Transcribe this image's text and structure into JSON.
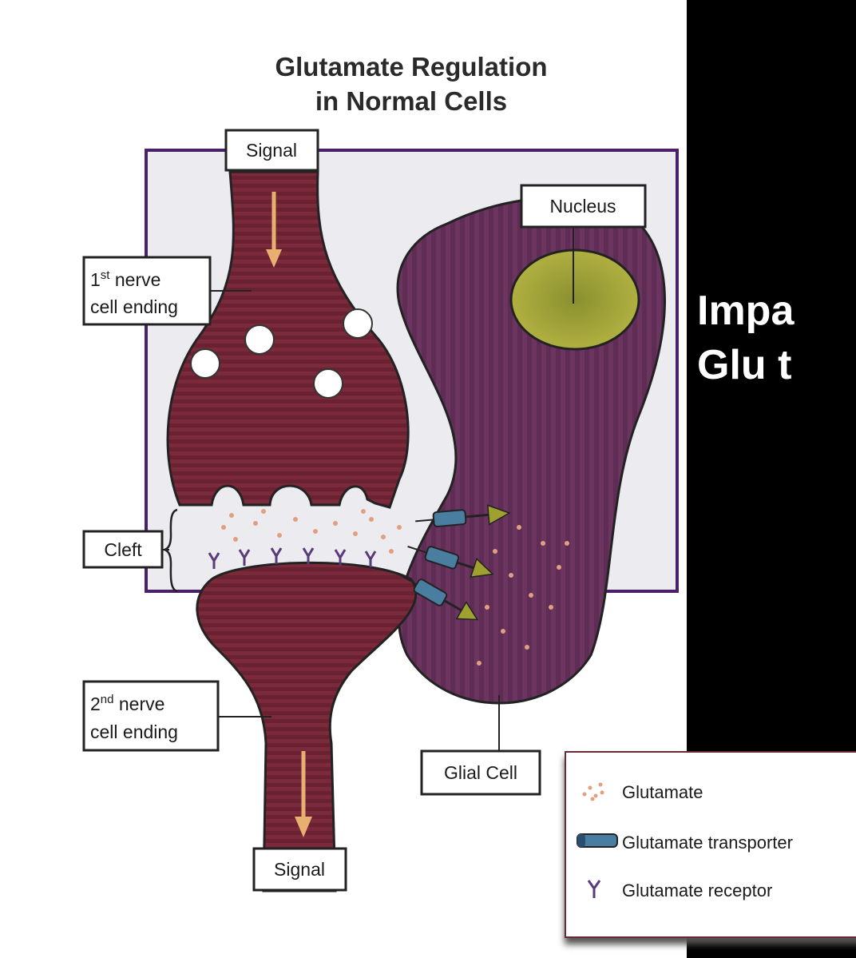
{
  "diagram": {
    "title_line1": "Glutamate Regulation",
    "title_line2": "in Normal Cells",
    "labels": {
      "signal_top": "Signal",
      "signal_bottom": "Signal",
      "nucleus": "Nucleus",
      "first_nerve_num": "1",
      "first_nerve_sup": "st",
      "first_nerve_word": " nerve",
      "first_nerve_line2": "cell ending",
      "cleft": "Cleft",
      "second_nerve_num": "2",
      "second_nerve_sup": "nd",
      "second_nerve_word": " nerve",
      "second_nerve_line2": "cell ending",
      "glial_cell": "Glial Cell"
    },
    "colors": {
      "neuron": "#7a2a3a",
      "neuron_dark": "#5e1c2a",
      "glial": "#6b3560",
      "nucleus": "#8a9020",
      "arrow": "#e8b070",
      "transporter": "#4a7ea0",
      "border": "#4a2068"
    }
  },
  "legend": {
    "items": [
      {
        "icon": "glutamate-dots-icon",
        "label": "Glutamate"
      },
      {
        "icon": "transporter-icon",
        "label": "Glutamate transporter"
      },
      {
        "icon": "receptor-icon",
        "label": "Glutamate receptor"
      }
    ]
  },
  "slide": {
    "line1": "Impa",
    "line2": "Glu t"
  }
}
